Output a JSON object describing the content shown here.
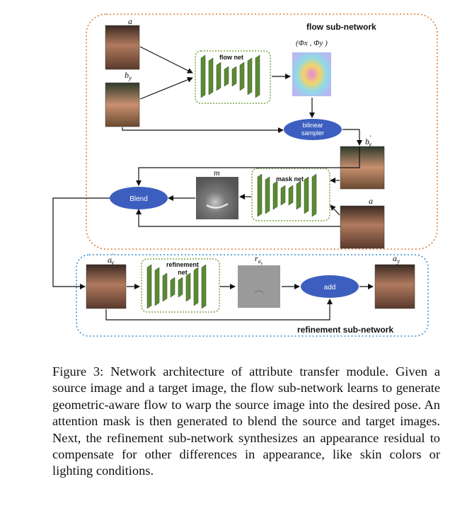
{
  "flow_subnetwork": {
    "title": "flow sub-network",
    "flow_net_label": "flow net",
    "flow_output_label": "(Φx , Φy )",
    "bilinear_sampler_label_line1": "bilinear",
    "bilinear_sampler_label_line2": "sampler",
    "mask_net_label": "mask net",
    "blend_label": "Blend",
    "input_a_label": "a",
    "input_by_label": "b",
    "input_by_sub": "y",
    "warped_label": "b",
    "warped_sub": "y",
    "warped_prime": "′",
    "mask_label": "m",
    "source_a_label": "a"
  },
  "refinement_subnetwork": {
    "title": "refinement sub-network",
    "refinement_net_label_line1": "refinement",
    "refinement_net_label_line2": "net",
    "add_label": "add",
    "input_label": "a",
    "input_sub": "y",
    "input_prime": "′",
    "residual_label": "r",
    "residual_sub": "a",
    "residual_subsub": "y",
    "output_label": "a",
    "output_sub": "y"
  },
  "caption": "Figure 3: Network architecture of attribute transfer module. Given a source image and a target image, the flow sub-network learns to generate geometric-aware flow to warp the source image into the desired pose. An attention mask is then generated to blend the source and target images. Next, the refinement sub-network synthesizes an appearance residual to compensate for other differences in appearance, like skin colors or lighting conditions.",
  "colors": {
    "flow_border": "#e07b32",
    "refinement_border": "#3a8fd0",
    "net_border": "#7aa446",
    "layer_fill": "#5b8a35",
    "ellipse_fill": "#3c5fbf"
  }
}
